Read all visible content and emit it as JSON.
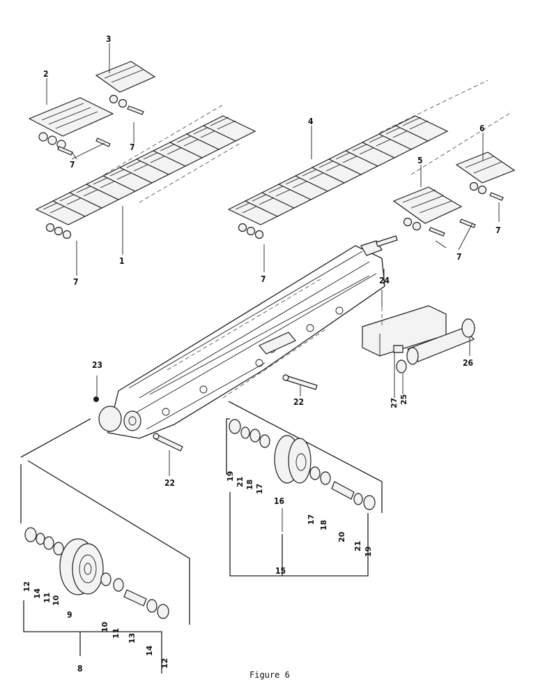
{
  "figure": {
    "caption": "Figure 6"
  },
  "callouts": {
    "c1": "1",
    "c2": "2",
    "c3": "3",
    "c4": "4",
    "c5": "5",
    "c6": "6",
    "c7a": "7",
    "c7b": "7",
    "c7c": "7",
    "c7d": "7",
    "c7e": "7",
    "c7f": "7",
    "c8": "8",
    "c9": "9",
    "c10a": "10",
    "c10b": "10",
    "c11a": "11",
    "c11b": "11",
    "c12a": "12",
    "c12b": "12",
    "c13": "13",
    "c14a": "14",
    "c14b": "14",
    "c15": "15",
    "c16": "16",
    "c17a": "17",
    "c17b": "17",
    "c18a": "18",
    "c18b": "18",
    "c19a": "19",
    "c19b": "19",
    "c20": "20",
    "c21a": "21",
    "c21b": "21",
    "c22a": "22",
    "c22b": "22",
    "c23": "23",
    "c24": "24",
    "c25": "25",
    "c26": "26",
    "c27": "27"
  },
  "colors": {
    "line": "#1a1a1a",
    "background": "#ffffff"
  }
}
